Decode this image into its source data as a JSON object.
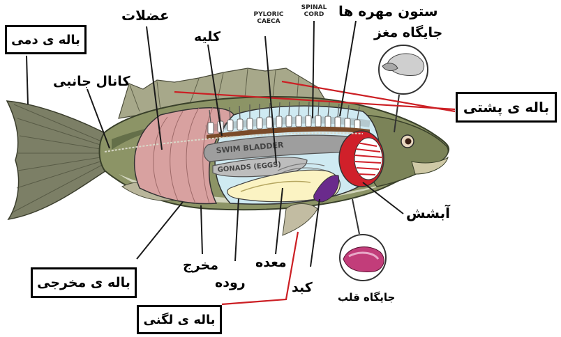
{
  "labels": {
    "tail_fin": "باله ی دمی",
    "muscles": "عضلات",
    "kidney": "کلیه",
    "pyloric_caeca": "PYLORIC CAECA",
    "spinal_cord": "SPINAL CORD",
    "vertebral_column": "ستون مهره ها",
    "brain_location": "جایگاه مغز",
    "lateral_line": "کانال جانبی",
    "dorsal_fin": "باله ی پشتی",
    "gill": "آبشش",
    "anal_fin": "باله ی مخرجی",
    "anus": "مخرج",
    "intestine": "روده",
    "stomach": "معده",
    "liver": "کبد",
    "heart_location": "جایگاه قلب",
    "pelvic_fin": "باله ی لگنی",
    "swim_bladder": "SWIM BLADDER",
    "gonads": "GONADS (EGGS)"
  },
  "colors": {
    "body_dark": "#4f5a3a",
    "body_light": "#8c9466",
    "belly": "#d9dcc6",
    "cavity": "#cfeaf2",
    "muscle": "#d8a1a0",
    "swim_bladder": "#9e9e9e",
    "gonads": "#bdbdbd",
    "intestine": "#fbf3c3",
    "liver": "#6a2a8c",
    "gill": "#d0202a",
    "pointer_red": "#cc1f24",
    "heart": "#c23d7a"
  }
}
